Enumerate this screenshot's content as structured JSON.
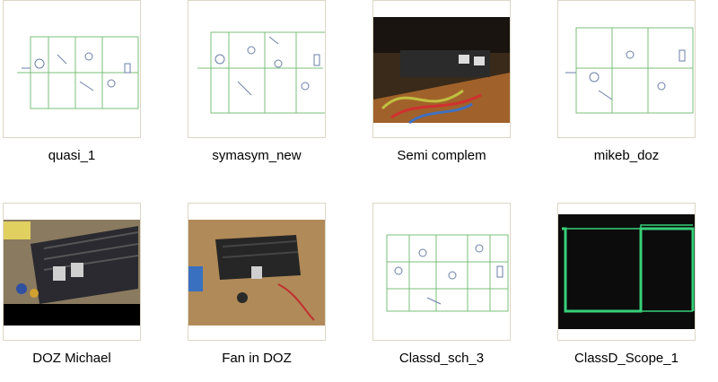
{
  "items": [
    {
      "name": "quasi_1",
      "kind": "schematic"
    },
    {
      "name": "symasym_new",
      "kind": "schematic"
    },
    {
      "name": "Semi complem",
      "kind": "photo"
    },
    {
      "name": "mikeb_doz",
      "kind": "schematic"
    },
    {
      "name": "DOZ Michael",
      "kind": "photo"
    },
    {
      "name": "Fan in DOZ",
      "kind": "photo"
    },
    {
      "name": "Classd_sch_3",
      "kind": "schematic"
    },
    {
      "name": "ClassD_Scope_1",
      "kind": "scope"
    }
  ],
  "colors": {
    "frame_border": "#dcd6c6",
    "schematic_wire": "#7bbf7b",
    "schematic_part": "#6b7fa8",
    "scope_trace": "#37d07a"
  }
}
